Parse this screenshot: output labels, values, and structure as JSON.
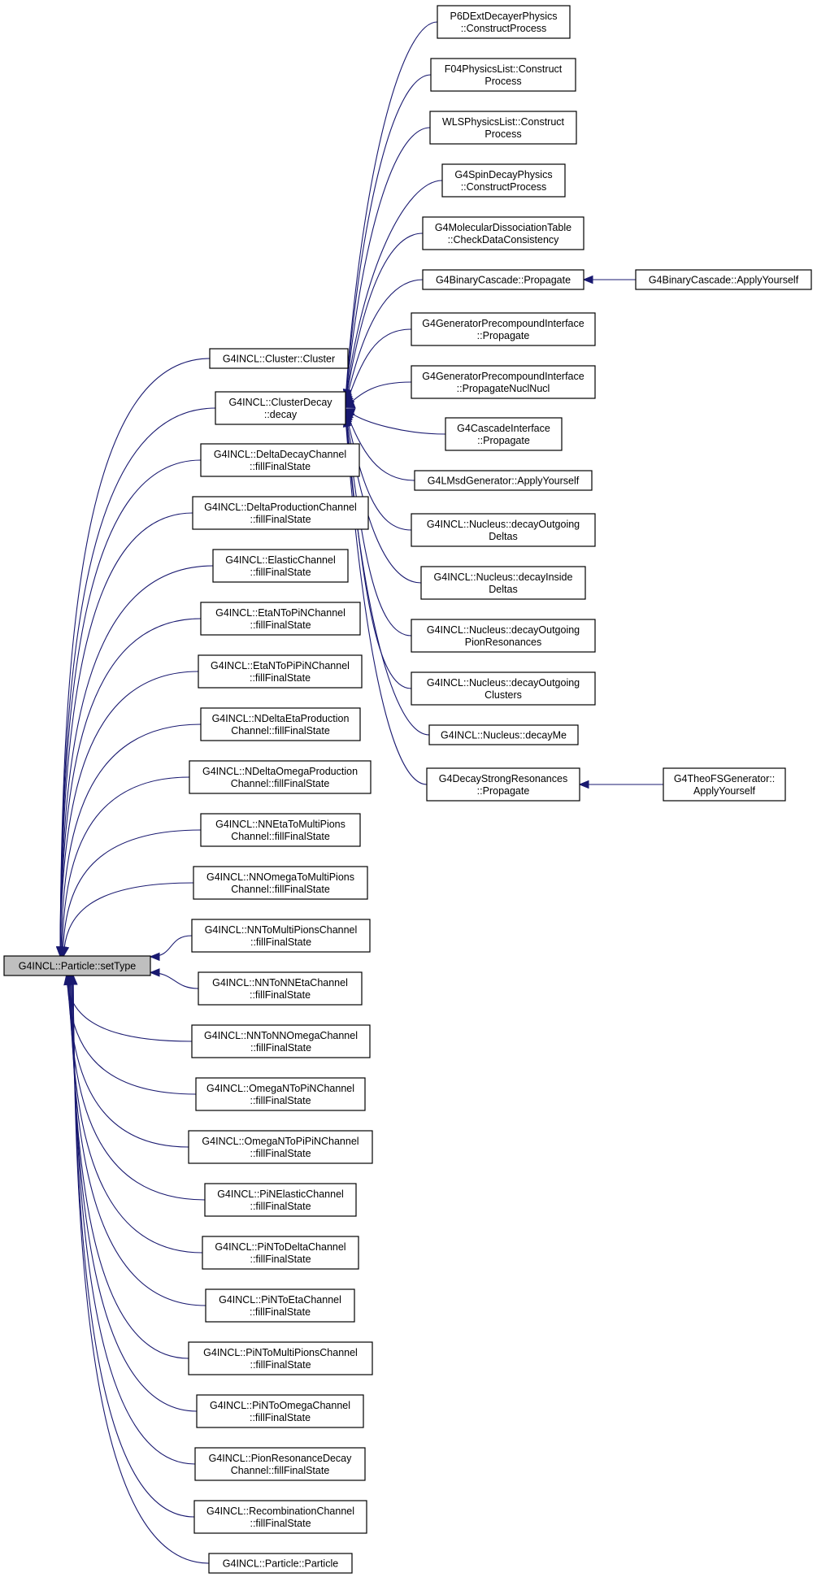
{
  "graph": {
    "root": {
      "id": "root",
      "lines": [
        "G4INCL::Particle::setType"
      ]
    },
    "nodes": [
      {
        "id": "cluster",
        "lines": [
          "G4INCL::Cluster::Cluster"
        ]
      },
      {
        "id": "clusterdecay",
        "lines": [
          "G4INCL::ClusterDecay",
          "::decay"
        ]
      },
      {
        "id": "deltadecay",
        "lines": [
          "G4INCL::DeltaDecayChannel",
          "::fillFinalState"
        ]
      },
      {
        "id": "deltaproduction",
        "lines": [
          "G4INCL::DeltaProductionChannel",
          "::fillFinalState"
        ]
      },
      {
        "id": "elastic",
        "lines": [
          "G4INCL::ElasticChannel",
          "::fillFinalState"
        ]
      },
      {
        "id": "etantopin",
        "lines": [
          "G4INCL::EtaNToPiNChannel",
          "::fillFinalState"
        ]
      },
      {
        "id": "etantopipin",
        "lines": [
          "G4INCL::EtaNToPiPiNChannel",
          "::fillFinalState"
        ]
      },
      {
        "id": "ndeltaeta",
        "lines": [
          "G4INCL::NDeltaEtaProduction",
          "Channel::fillFinalState"
        ]
      },
      {
        "id": "ndeltaomega",
        "lines": [
          "G4INCL::NDeltaOmegaProduction",
          "Channel::fillFinalState"
        ]
      },
      {
        "id": "nnetamulti",
        "lines": [
          "G4INCL::NNEtaToMultiPions",
          "Channel::fillFinalState"
        ]
      },
      {
        "id": "nnomegamulti",
        "lines": [
          "G4INCL::NNOmegaToMultiPions",
          "Channel::fillFinalState"
        ]
      },
      {
        "id": "nntomulti",
        "lines": [
          "G4INCL::NNToMultiPionsChannel",
          "::fillFinalState"
        ]
      },
      {
        "id": "nntonneta",
        "lines": [
          "G4INCL::NNToNNEtaChannel",
          "::fillFinalState"
        ]
      },
      {
        "id": "nntonnomega",
        "lines": [
          "G4INCL::NNToNNOmegaChannel",
          "::fillFinalState"
        ]
      },
      {
        "id": "omegantopin",
        "lines": [
          "G4INCL::OmegaNToPiNChannel",
          "::fillFinalState"
        ]
      },
      {
        "id": "omegantopipin",
        "lines": [
          "G4INCL::OmegaNToPiPiNChannel",
          "::fillFinalState"
        ]
      },
      {
        "id": "pinelastic",
        "lines": [
          "G4INCL::PiNElasticChannel",
          "::fillFinalState"
        ]
      },
      {
        "id": "pintodelta",
        "lines": [
          "G4INCL::PiNToDeltaChannel",
          "::fillFinalState"
        ]
      },
      {
        "id": "pintoeta",
        "lines": [
          "G4INCL::PiNToEtaChannel",
          "::fillFinalState"
        ]
      },
      {
        "id": "pintomulti",
        "lines": [
          "G4INCL::PiNToMultiPionsChannel",
          "::fillFinalState"
        ]
      },
      {
        "id": "pintoomega",
        "lines": [
          "G4INCL::PiNToOmegaChannel",
          "::fillFinalState"
        ]
      },
      {
        "id": "pionresonance",
        "lines": [
          "G4INCL::PionResonanceDecay",
          "Channel::fillFinalState"
        ]
      },
      {
        "id": "recombination",
        "lines": [
          "G4INCL::RecombinationChannel",
          "::fillFinalState"
        ]
      },
      {
        "id": "particle",
        "lines": [
          "G4INCL::Particle::Particle"
        ]
      },
      {
        "id": "p6dext",
        "lines": [
          "P6DExtDecayerPhysics",
          "::ConstructProcess"
        ]
      },
      {
        "id": "f04",
        "lines": [
          "F04PhysicsList::Construct",
          "Process"
        ]
      },
      {
        "id": "wls",
        "lines": [
          "WLSPhysicsList::Construct",
          "Process"
        ]
      },
      {
        "id": "spindecay",
        "lines": [
          "G4SpinDecayPhysics",
          "::ConstructProcess"
        ]
      },
      {
        "id": "moldiss",
        "lines": [
          "G4MolecularDissociationTable",
          "::CheckDataConsistency"
        ]
      },
      {
        "id": "binprop",
        "lines": [
          "G4BinaryCascade::Propagate"
        ]
      },
      {
        "id": "genprop",
        "lines": [
          "G4GeneratorPrecompoundInterface",
          "::Propagate"
        ]
      },
      {
        "id": "genpropnn",
        "lines": [
          "G4GeneratorPrecompoundInterface",
          "::PropagateNuclNucl"
        ]
      },
      {
        "id": "cascadeprop",
        "lines": [
          "G4CascadeInterface",
          "::Propagate"
        ]
      },
      {
        "id": "lmsd",
        "lines": [
          "G4LMsdGenerator::ApplyYourself"
        ]
      },
      {
        "id": "decayoutdeltas",
        "lines": [
          "G4INCL::Nucleus::decayOutgoing",
          "Deltas"
        ]
      },
      {
        "id": "decayinsidedeltas",
        "lines": [
          "G4INCL::Nucleus::decayInside",
          "Deltas"
        ]
      },
      {
        "id": "decayoutpion",
        "lines": [
          "G4INCL::Nucleus::decayOutgoing",
          "PionResonances"
        ]
      },
      {
        "id": "decayoutclusters",
        "lines": [
          "G4INCL::Nucleus::decayOutgoing",
          "Clusters"
        ]
      },
      {
        "id": "decayme",
        "lines": [
          "G4INCL::Nucleus::decayMe"
        ]
      },
      {
        "id": "decaystrong",
        "lines": [
          "G4DecayStrongResonances",
          "::Propagate"
        ]
      },
      {
        "id": "binapply",
        "lines": [
          "G4BinaryCascade::ApplyYourself"
        ]
      },
      {
        "id": "theofs",
        "lines": [
          "G4TheoFSGenerator::",
          "ApplyYourself"
        ]
      }
    ],
    "edges": [
      [
        "cluster",
        "root"
      ],
      [
        "clusterdecay",
        "root"
      ],
      [
        "deltadecay",
        "root"
      ],
      [
        "deltaproduction",
        "root"
      ],
      [
        "elastic",
        "root"
      ],
      [
        "etantopin",
        "root"
      ],
      [
        "etantopipin",
        "root"
      ],
      [
        "ndeltaeta",
        "root"
      ],
      [
        "ndeltaomega",
        "root"
      ],
      [
        "nnetamulti",
        "root"
      ],
      [
        "nnomegamulti",
        "root"
      ],
      [
        "nntomulti",
        "root"
      ],
      [
        "nntonneta",
        "root"
      ],
      [
        "nntonnomega",
        "root"
      ],
      [
        "omegantopin",
        "root"
      ],
      [
        "omegantopipin",
        "root"
      ],
      [
        "pinelastic",
        "root"
      ],
      [
        "pintodelta",
        "root"
      ],
      [
        "pintoeta",
        "root"
      ],
      [
        "pintomulti",
        "root"
      ],
      [
        "pintoomega",
        "root"
      ],
      [
        "pionresonance",
        "root"
      ],
      [
        "recombination",
        "root"
      ],
      [
        "particle",
        "root"
      ],
      [
        "p6dext",
        "clusterdecay"
      ],
      [
        "f04",
        "clusterdecay"
      ],
      [
        "wls",
        "clusterdecay"
      ],
      [
        "spindecay",
        "clusterdecay"
      ],
      [
        "moldiss",
        "clusterdecay"
      ],
      [
        "binprop",
        "clusterdecay"
      ],
      [
        "genprop",
        "clusterdecay"
      ],
      [
        "genpropnn",
        "clusterdecay"
      ],
      [
        "cascadeprop",
        "clusterdecay"
      ],
      [
        "lmsd",
        "clusterdecay"
      ],
      [
        "decayoutdeltas",
        "clusterdecay"
      ],
      [
        "decayinsidedeltas",
        "clusterdecay"
      ],
      [
        "decayoutpion",
        "clusterdecay"
      ],
      [
        "decayoutclusters",
        "clusterdecay"
      ],
      [
        "decayme",
        "clusterdecay"
      ],
      [
        "decaystrong",
        "clusterdecay"
      ],
      [
        "binapply",
        "binprop"
      ],
      [
        "theofs",
        "decaystrong"
      ]
    ]
  },
  "colors": {
    "edge": "#191970",
    "node_border": "#000000",
    "root_fill": "#bfbfbf",
    "node_fill": "#ffffff"
  }
}
